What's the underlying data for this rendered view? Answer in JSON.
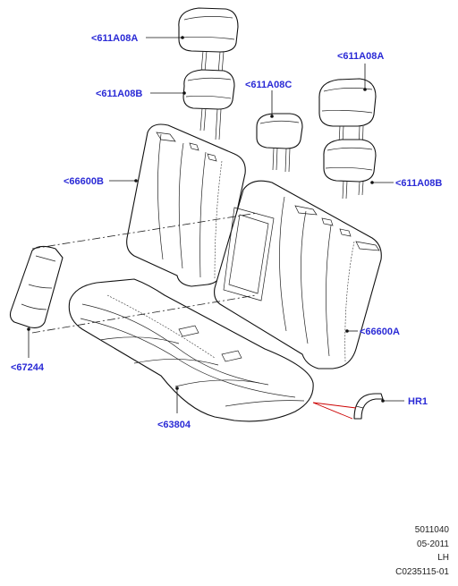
{
  "callouts": {
    "headrest_a_top": "<611A08A",
    "headrest_b_left": "<611A08B",
    "headrest_c": "<611A08C",
    "headrest_a_right": "<611A08A",
    "headrest_b_right": "<611A08B",
    "backrest_left": "<66600B",
    "backrest_right": "<66600A",
    "armrest": "<67244",
    "cushion": "<63804",
    "hook": "HR1"
  },
  "footer": {
    "code1": "5011040",
    "date": "05-2011",
    "side": "LH",
    "ref": "C0235115-01"
  },
  "colors": {
    "label": "#2a2ad6",
    "line": "#111111",
    "accent": "#cc0000"
  }
}
